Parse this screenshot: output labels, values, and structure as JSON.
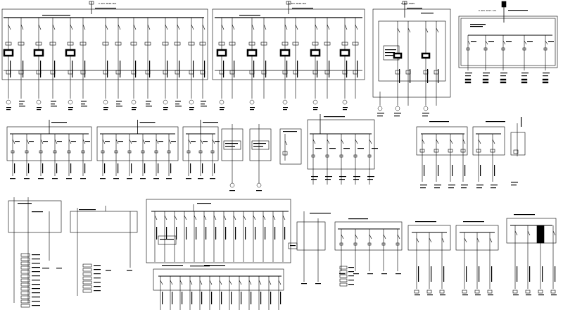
{
  "drawing": {
    "top_labels": [
      "0.4KV-MAIN-BUS",
      "0.4KV-MAIN-BUS",
      "0.4KV-PANEL",
      "0.4KV-DIST-SYS"
    ],
    "note": "Single-line electrical distribution schematic sheet (labels illegible at this resolution)"
  },
  "colors": {
    "ink": "#000000",
    "paper": "#ffffff"
  },
  "legend_icon": "terminal-block-icon"
}
